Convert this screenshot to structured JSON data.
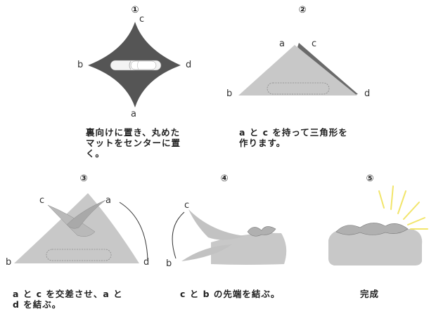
{
  "steps": [
    {
      "number": "①",
      "labels": {
        "a": "a",
        "b": "b",
        "c": "c",
        "d": "d"
      },
      "caption": [
        "裏向けに置き、丸めた",
        "マットをセンターに置",
        "く。"
      ]
    },
    {
      "number": "②",
      "labels": {
        "a": "a",
        "b": "b",
        "c": "c",
        "d": "d"
      },
      "caption": [
        "a と c を持って三角形を",
        "作ります。"
      ]
    },
    {
      "number": "③",
      "labels": {
        "a": "a",
        "b": "b",
        "c": "c",
        "d": "d"
      },
      "caption": [
        "a と c を交差させ、a と",
        "d を結ぶ。"
      ]
    },
    {
      "number": "④",
      "labels": {
        "b": "b",
        "c": "c"
      },
      "caption": [
        "c と b の先端を結ぶ。"
      ]
    },
    {
      "number": "⑤",
      "labels": {},
      "caption": [
        "完成"
      ]
    }
  ],
  "colors": {
    "cloth_dark": "#555555",
    "cloth_light": "#c8c8c8",
    "accent_rays": "#f2e56a"
  }
}
